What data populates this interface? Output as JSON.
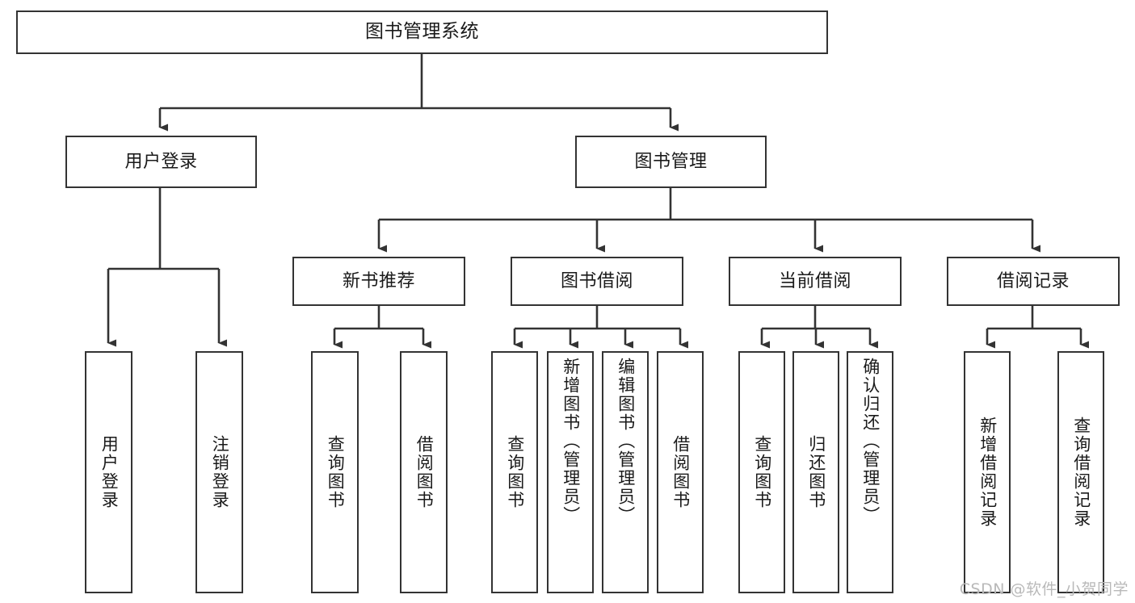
{
  "diagram": {
    "type": "tree-flowchart",
    "title": "图书管理系统",
    "watermark": "CSDN @软件_小贺同学",
    "colors": {
      "background": "#ffffff",
      "node_fill": "#ffffff",
      "node_border": "#333333",
      "edge": "#333333",
      "text": "#1a1a1a",
      "watermark": "#b9b9b9"
    },
    "nodes": {
      "root": {
        "label": "图书管理系统"
      },
      "level1": [
        {
          "id": "user-login",
          "label": "用户登录"
        },
        {
          "id": "book-manage",
          "label": "图书管理"
        }
      ],
      "level2": [
        {
          "id": "new-book-recommend",
          "label": "新书推荐"
        },
        {
          "id": "book-borrow",
          "label": "图书借阅"
        },
        {
          "id": "current-borrow",
          "label": "当前借阅"
        },
        {
          "id": "borrow-record",
          "label": "借阅记录"
        }
      ],
      "leaves": {
        "user-login": [
          {
            "id": "leaf-user-login",
            "label": "用户登录"
          },
          {
            "id": "leaf-logout-login",
            "label": "注销登录"
          }
        ],
        "new-book-recommend": [
          {
            "id": "leaf-query-book-1",
            "label": "查询图书"
          },
          {
            "id": "leaf-borrow-book-1",
            "label": "借阅图书"
          }
        ],
        "book-borrow": [
          {
            "id": "leaf-query-book-2",
            "label": "查询图书"
          },
          {
            "id": "leaf-add-book",
            "label": "新增图书（管理员）"
          },
          {
            "id": "leaf-edit-book",
            "label": "编辑图书（管理员）"
          },
          {
            "id": "leaf-borrow-book-2",
            "label": "借阅图书"
          }
        ],
        "current-borrow": [
          {
            "id": "leaf-query-book-3",
            "label": "查询图书"
          },
          {
            "id": "leaf-return-book",
            "label": "归还图书"
          },
          {
            "id": "leaf-confirm-return",
            "label": "确认归还（管理员）"
          }
        ],
        "borrow-record": [
          {
            "id": "leaf-add-record",
            "label": "新增借阅记录"
          },
          {
            "id": "leaf-query-record",
            "label": "查询借阅记录"
          }
        ]
      }
    }
  }
}
